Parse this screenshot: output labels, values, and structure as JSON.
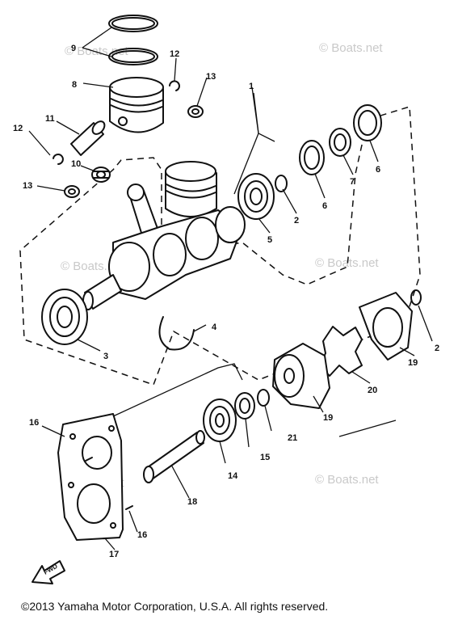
{
  "watermark": {
    "text": "© Boats.net"
  },
  "callouts": [
    {
      "id": "c1",
      "text": "1"
    },
    {
      "id": "c2a",
      "text": "2"
    },
    {
      "id": "c2b",
      "text": "2"
    },
    {
      "id": "c3",
      "text": "3"
    },
    {
      "id": "c4",
      "text": "4"
    },
    {
      "id": "c5",
      "text": "5"
    },
    {
      "id": "c6a",
      "text": "6"
    },
    {
      "id": "c6b",
      "text": "6"
    },
    {
      "id": "c7",
      "text": "7"
    },
    {
      "id": "c8",
      "text": "8"
    },
    {
      "id": "c9",
      "text": "9"
    },
    {
      "id": "c10",
      "text": "10"
    },
    {
      "id": "c11",
      "text": "11"
    },
    {
      "id": "c12a",
      "text": "12"
    },
    {
      "id": "c12b",
      "text": "12"
    },
    {
      "id": "c13a",
      "text": "13"
    },
    {
      "id": "c13b",
      "text": "13"
    },
    {
      "id": "c14",
      "text": "14"
    },
    {
      "id": "c15",
      "text": "15"
    },
    {
      "id": "c16a",
      "text": "16"
    },
    {
      "id": "c16b",
      "text": "16"
    },
    {
      "id": "c17",
      "text": "17"
    },
    {
      "id": "c18",
      "text": "18"
    },
    {
      "id": "c19a",
      "text": "19"
    },
    {
      "id": "c19b",
      "text": "19"
    },
    {
      "id": "c20",
      "text": "20"
    },
    {
      "id": "c21",
      "text": "21"
    }
  ],
  "fwd_label": "FWD",
  "footer": {
    "copyright": "©2013 Yamaha Motor Corporation, U.S.A. All rights reserved."
  }
}
